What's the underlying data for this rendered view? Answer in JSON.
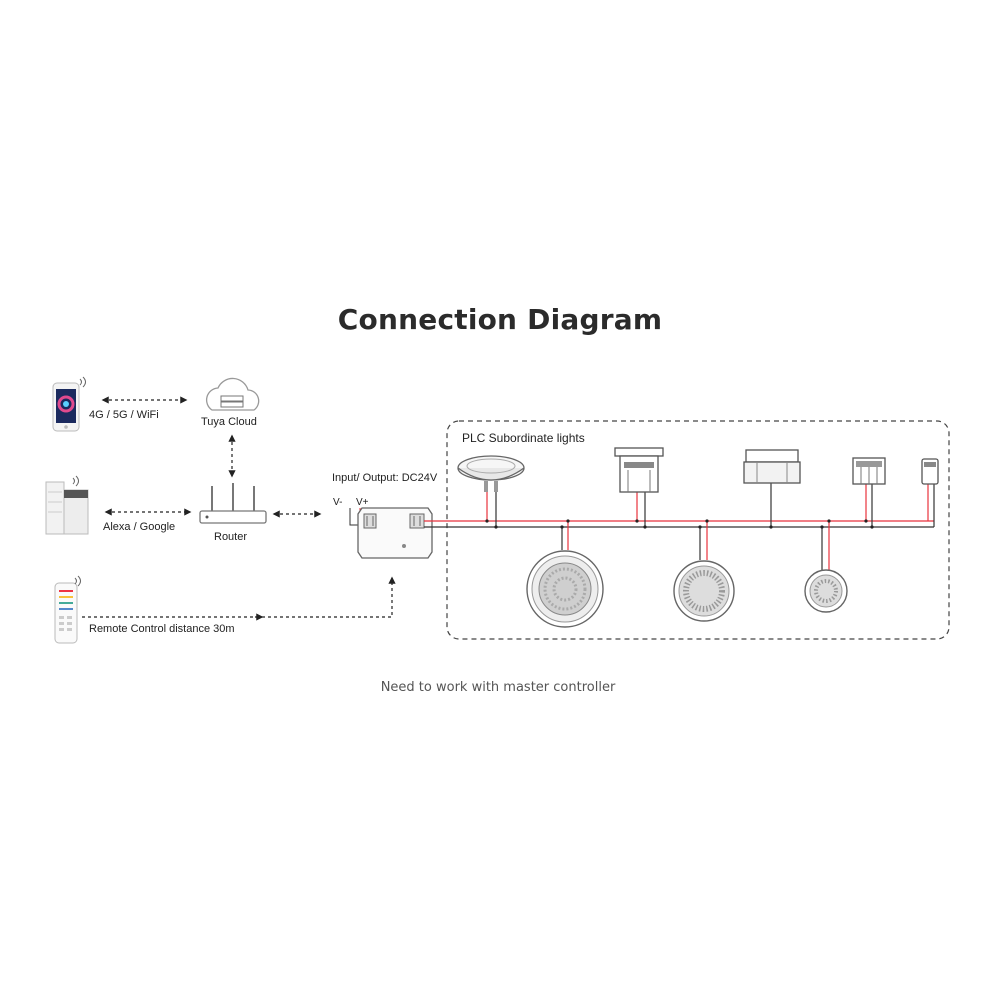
{
  "title": "Connection Diagram",
  "footnote": "Need to work with master controller",
  "labels": {
    "network": "4G / 5G / WiFi",
    "cloud": "Tuya Cloud",
    "voice": "Alexa / Google",
    "router": "Router",
    "remote": "Remote Control distance 30m",
    "io": "Input/ Output: DC24V",
    "v_minus": "V-",
    "v_plus": "V+",
    "group": "PLC Subordinate lights"
  },
  "colors": {
    "wire_red": "#e8323c",
    "wire_dark": "#333333",
    "dash": "#222222",
    "device_gray": "#8a8a8a"
  },
  "icons": [
    "smartphone-icon",
    "cloud-icon",
    "smart-speaker-icon",
    "router-icon",
    "remote-control-icon",
    "controller-icon",
    "par56-lamp-icon",
    "underwater-light-icon",
    "pool-light-icon"
  ]
}
